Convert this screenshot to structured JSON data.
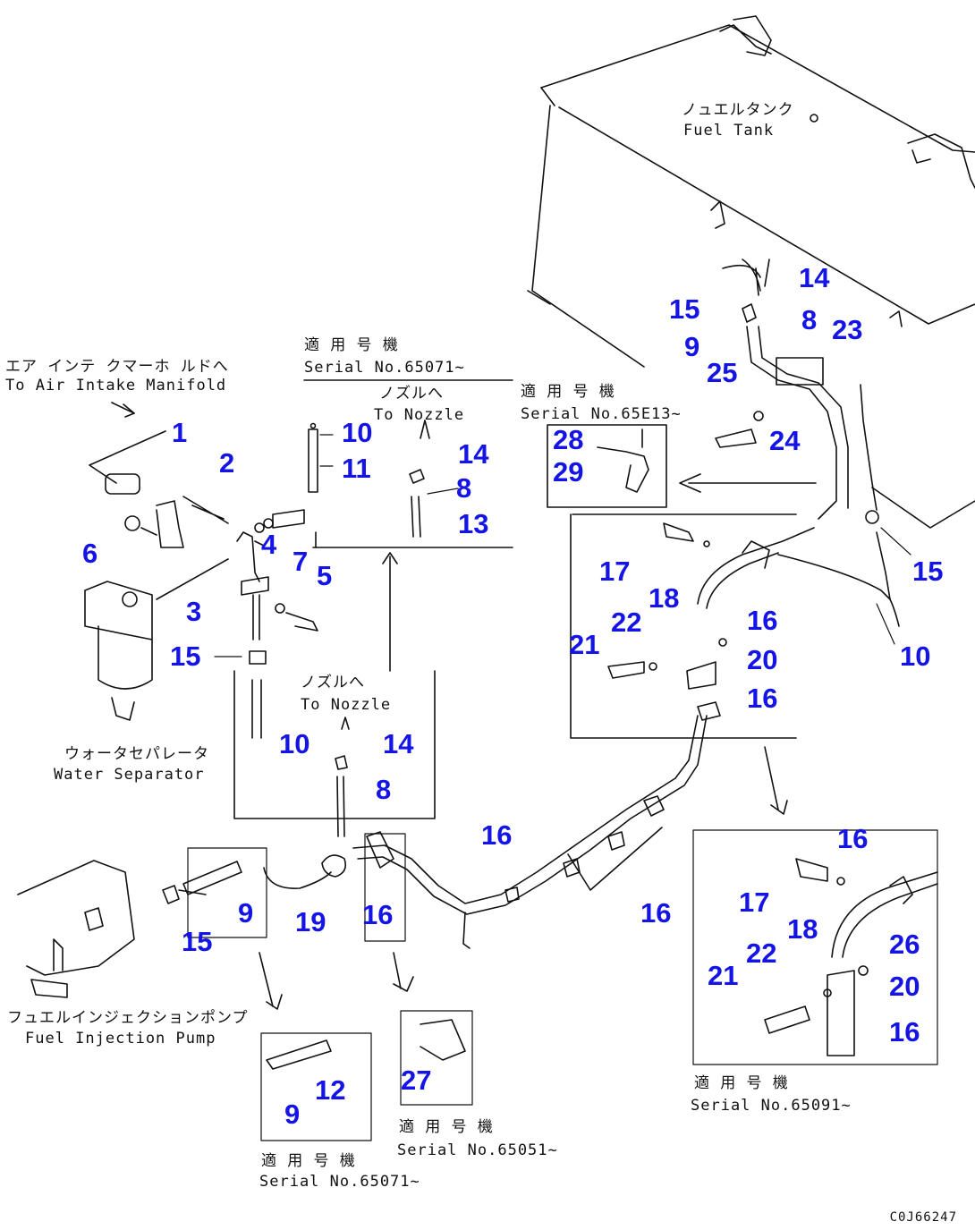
{
  "labels": {
    "air_jp": "エア インテ クマーホ ルドへ",
    "air_en": "To Air Intake Manifold",
    "serial1_jp": "適 用 号 機",
    "serial1_en": "Serial No.65071~",
    "nozzle1_jp": "ノズルへ",
    "nozzle1_en": "To Nozzle",
    "serial2_jp": "適 用 号 機",
    "serial2_en": "Serial No.65E13~",
    "tank_jp": "ノュエルタンク",
    "tank_en": "Fuel Tank",
    "nozzle2_jp": "ノズルへ",
    "nozzle2_en": "To Nozzle",
    "water_jp": "ウォータセパレータ",
    "water_en": "Water Separator",
    "pump_jp": "フュエルインジェクションポンプ",
    "pump_en": "Fuel Injection Pump",
    "serial3_jp": "適 用 号 機",
    "serial3_en": "Serial No.65071~",
    "serial4_jp": "適 用 号 機",
    "serial4_en": "Serial No.65051~",
    "serial5_jp": "適 用 号 機",
    "serial5_en": "Serial No.65091~",
    "drawing_code": "C0J66247"
  },
  "part_numbers": [
    {
      "n": "1"
    },
    {
      "n": "2"
    },
    {
      "n": "3"
    },
    {
      "n": "4"
    },
    {
      "n": "5"
    },
    {
      "n": "6"
    },
    {
      "n": "7"
    },
    {
      "n": "10"
    },
    {
      "n": "11"
    },
    {
      "n": "14"
    },
    {
      "n": "8"
    },
    {
      "n": "13"
    },
    {
      "n": "15"
    },
    {
      "n": "10"
    },
    {
      "n": "14"
    },
    {
      "n": "8"
    },
    {
      "n": "9"
    },
    {
      "n": "15"
    },
    {
      "n": "19"
    },
    {
      "n": "16"
    },
    {
      "n": "16"
    },
    {
      "n": "16"
    },
    {
      "n": "12"
    },
    {
      "n": "9"
    },
    {
      "n": "27"
    },
    {
      "n": "14"
    },
    {
      "n": "15"
    },
    {
      "n": "8"
    },
    {
      "n": "9"
    },
    {
      "n": "23"
    },
    {
      "n": "25"
    },
    {
      "n": "24"
    },
    {
      "n": "28"
    },
    {
      "n": "29"
    },
    {
      "n": "17"
    },
    {
      "n": "18"
    },
    {
      "n": "16"
    },
    {
      "n": "22"
    },
    {
      "n": "21"
    },
    {
      "n": "20"
    },
    {
      "n": "16"
    },
    {
      "n": "15"
    },
    {
      "n": "10"
    },
    {
      "n": "16"
    },
    {
      "n": "17"
    },
    {
      "n": "18"
    },
    {
      "n": "22"
    },
    {
      "n": "26"
    },
    {
      "n": "21"
    },
    {
      "n": "20"
    },
    {
      "n": "16"
    }
  ]
}
